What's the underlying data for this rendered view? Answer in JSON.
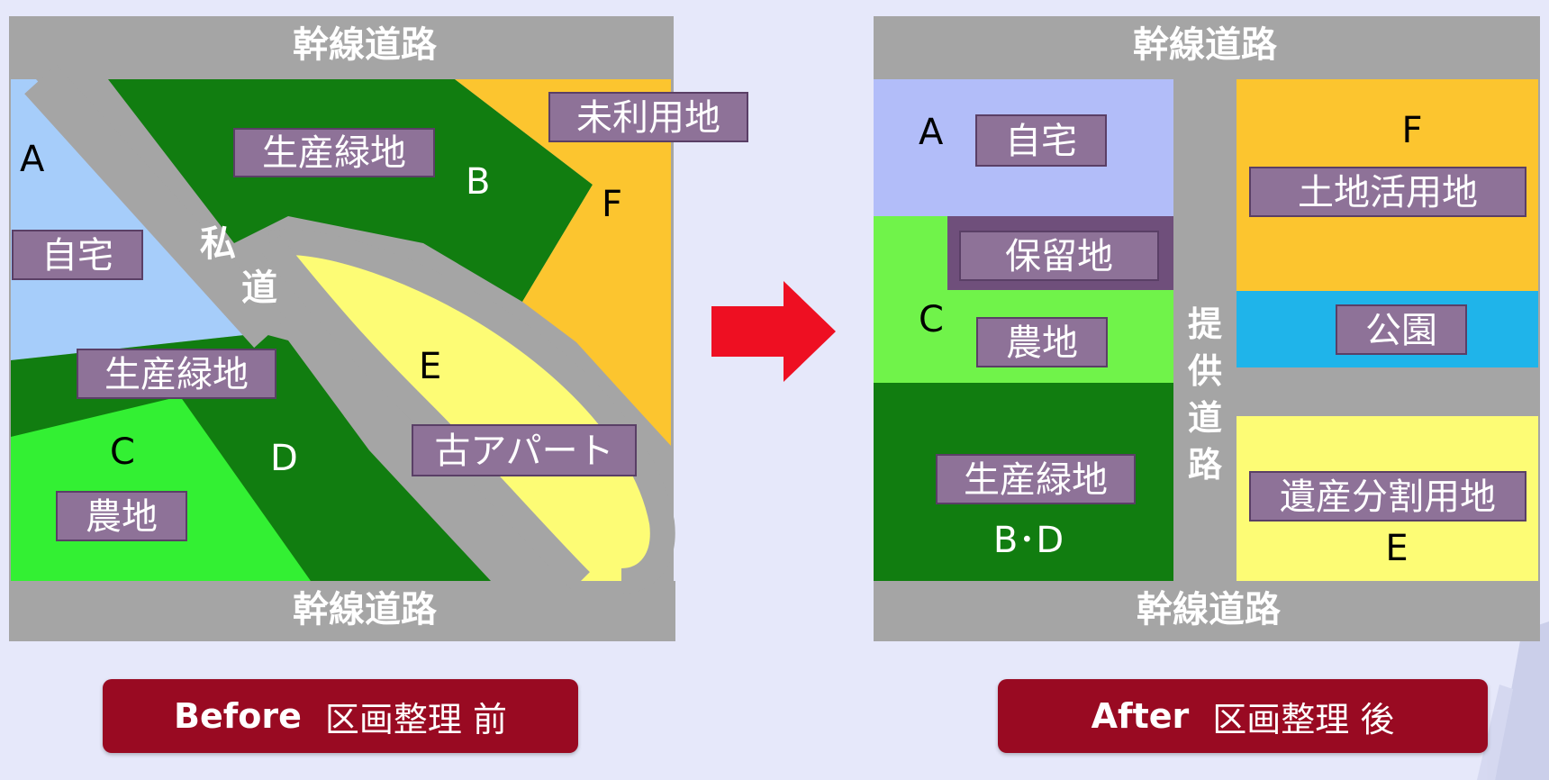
{
  "before": {
    "road_top": "幹線道路",
    "road_bottom": "幹線道路",
    "private_road": [
      "私",
      "道"
    ],
    "letters": {
      "a": "A",
      "b": "B",
      "c": "C",
      "d": "D",
      "e": "E",
      "f": "F"
    },
    "labels": {
      "home": "自宅",
      "green_upper": "生産緑地",
      "unused": "未利用地",
      "green_lower": "生産緑地",
      "farmland": "農地",
      "old_apartment": "古アパート"
    }
  },
  "after": {
    "road_top": "幹線道路",
    "road_bottom": "幹線道路",
    "provided_road": [
      "提",
      "供",
      "道",
      "路"
    ],
    "letters": {
      "a": "A",
      "c": "C",
      "bd": "B･D",
      "e": "E",
      "f": "F"
    },
    "labels": {
      "home": "自宅",
      "reserved": "保留地",
      "farmland": "農地",
      "green": "生産緑地",
      "land_use": "土地活用地",
      "park": "公園",
      "inheritance": "遺産分割用地"
    }
  },
  "captions": {
    "before_en": "Before",
    "before_jp": "区画整理 前",
    "after_en": "After",
    "after_jp": "区画整理 後"
  },
  "colors": {
    "road": "#a5a5a5",
    "light_blue": "#a6cdfa",
    "dark_green": "#117d10",
    "bright_green": "#33f033",
    "orange": "#fcc52f",
    "yellow": "#fdfc75",
    "lavender": "#b2bdf9",
    "lime": "#70f34a",
    "cyan": "#1fb4ea",
    "label_box": "#8e7298",
    "caption_bg": "#990a22",
    "arrow": "#ee0f22"
  }
}
